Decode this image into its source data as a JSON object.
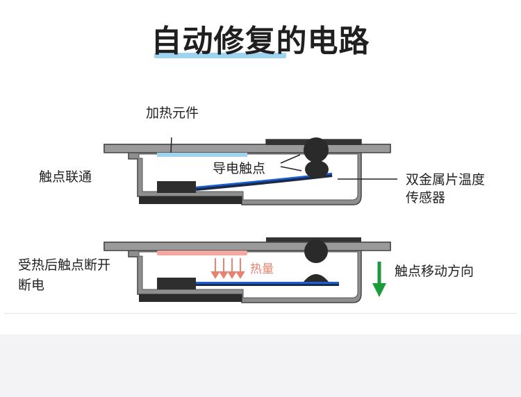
{
  "title": "自动修复的电路",
  "labels": {
    "heating_element": "加热元件",
    "contacts_connected": "触点联通",
    "conductive_contacts": "导电触点",
    "bimetal_line1": "双金属片温度",
    "bimetal_line2": "传感器",
    "heated_line1": "受热后触点断开",
    "heated_line2": "断电",
    "heat": "热量",
    "contact_move": "触点移动方向"
  },
  "colors": {
    "title_underline": "#9fd4f0",
    "heater_cool": "#9fd4f0",
    "heater_hot": "#f4a7a0",
    "heat_arrow": "#e8836f",
    "strip_blue": "#1d5fd0",
    "strip_dark": "#1a2a4a",
    "housing": "#8a8a8a",
    "green_arrow": "#1a9a3a"
  }
}
